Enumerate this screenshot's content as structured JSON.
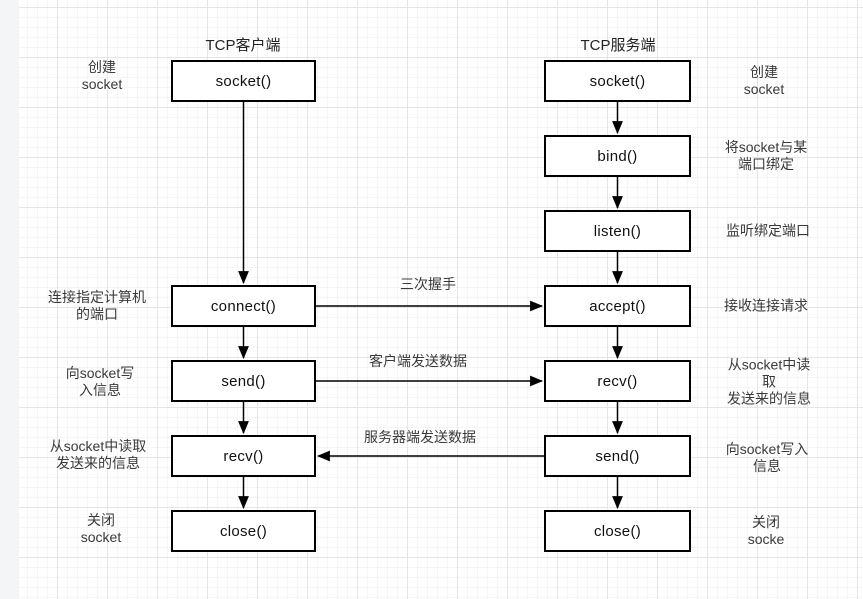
{
  "client": {
    "title": "TCP客户端",
    "boxes": [
      "socket()",
      "connect()",
      "send()",
      "recv()",
      "close()"
    ],
    "notes": [
      "创建\nsocket",
      "连接指定计算机\n的端口",
      "向socket写\n入信息",
      "从socket中读取\n发送来的信息",
      "关闭\nsocket"
    ]
  },
  "server": {
    "title": "TCP服务端",
    "boxes": [
      "socket()",
      "bind()",
      "listen()",
      "accept()",
      "recv()",
      "send()",
      "close()"
    ],
    "notes": [
      "创建\nsocket",
      "将socket与某\n端口绑定",
      "监听绑定端口",
      "接收连接请求",
      "从socket中读取\n发送来的信息",
      "向socket写入\n信息",
      "关闭\nsocke"
    ]
  },
  "edges": {
    "handshake": "三次握手",
    "client_send": "客户端发送数据",
    "server_send": "服务器端发送数据"
  },
  "colors": {
    "shape_border": "#000000",
    "shape_fill": "#ffffff",
    "text": "#333333",
    "grid_minor": "#f5f5f5",
    "grid_major": "#e6e6e6",
    "gutter": "#f4f5f7"
  }
}
